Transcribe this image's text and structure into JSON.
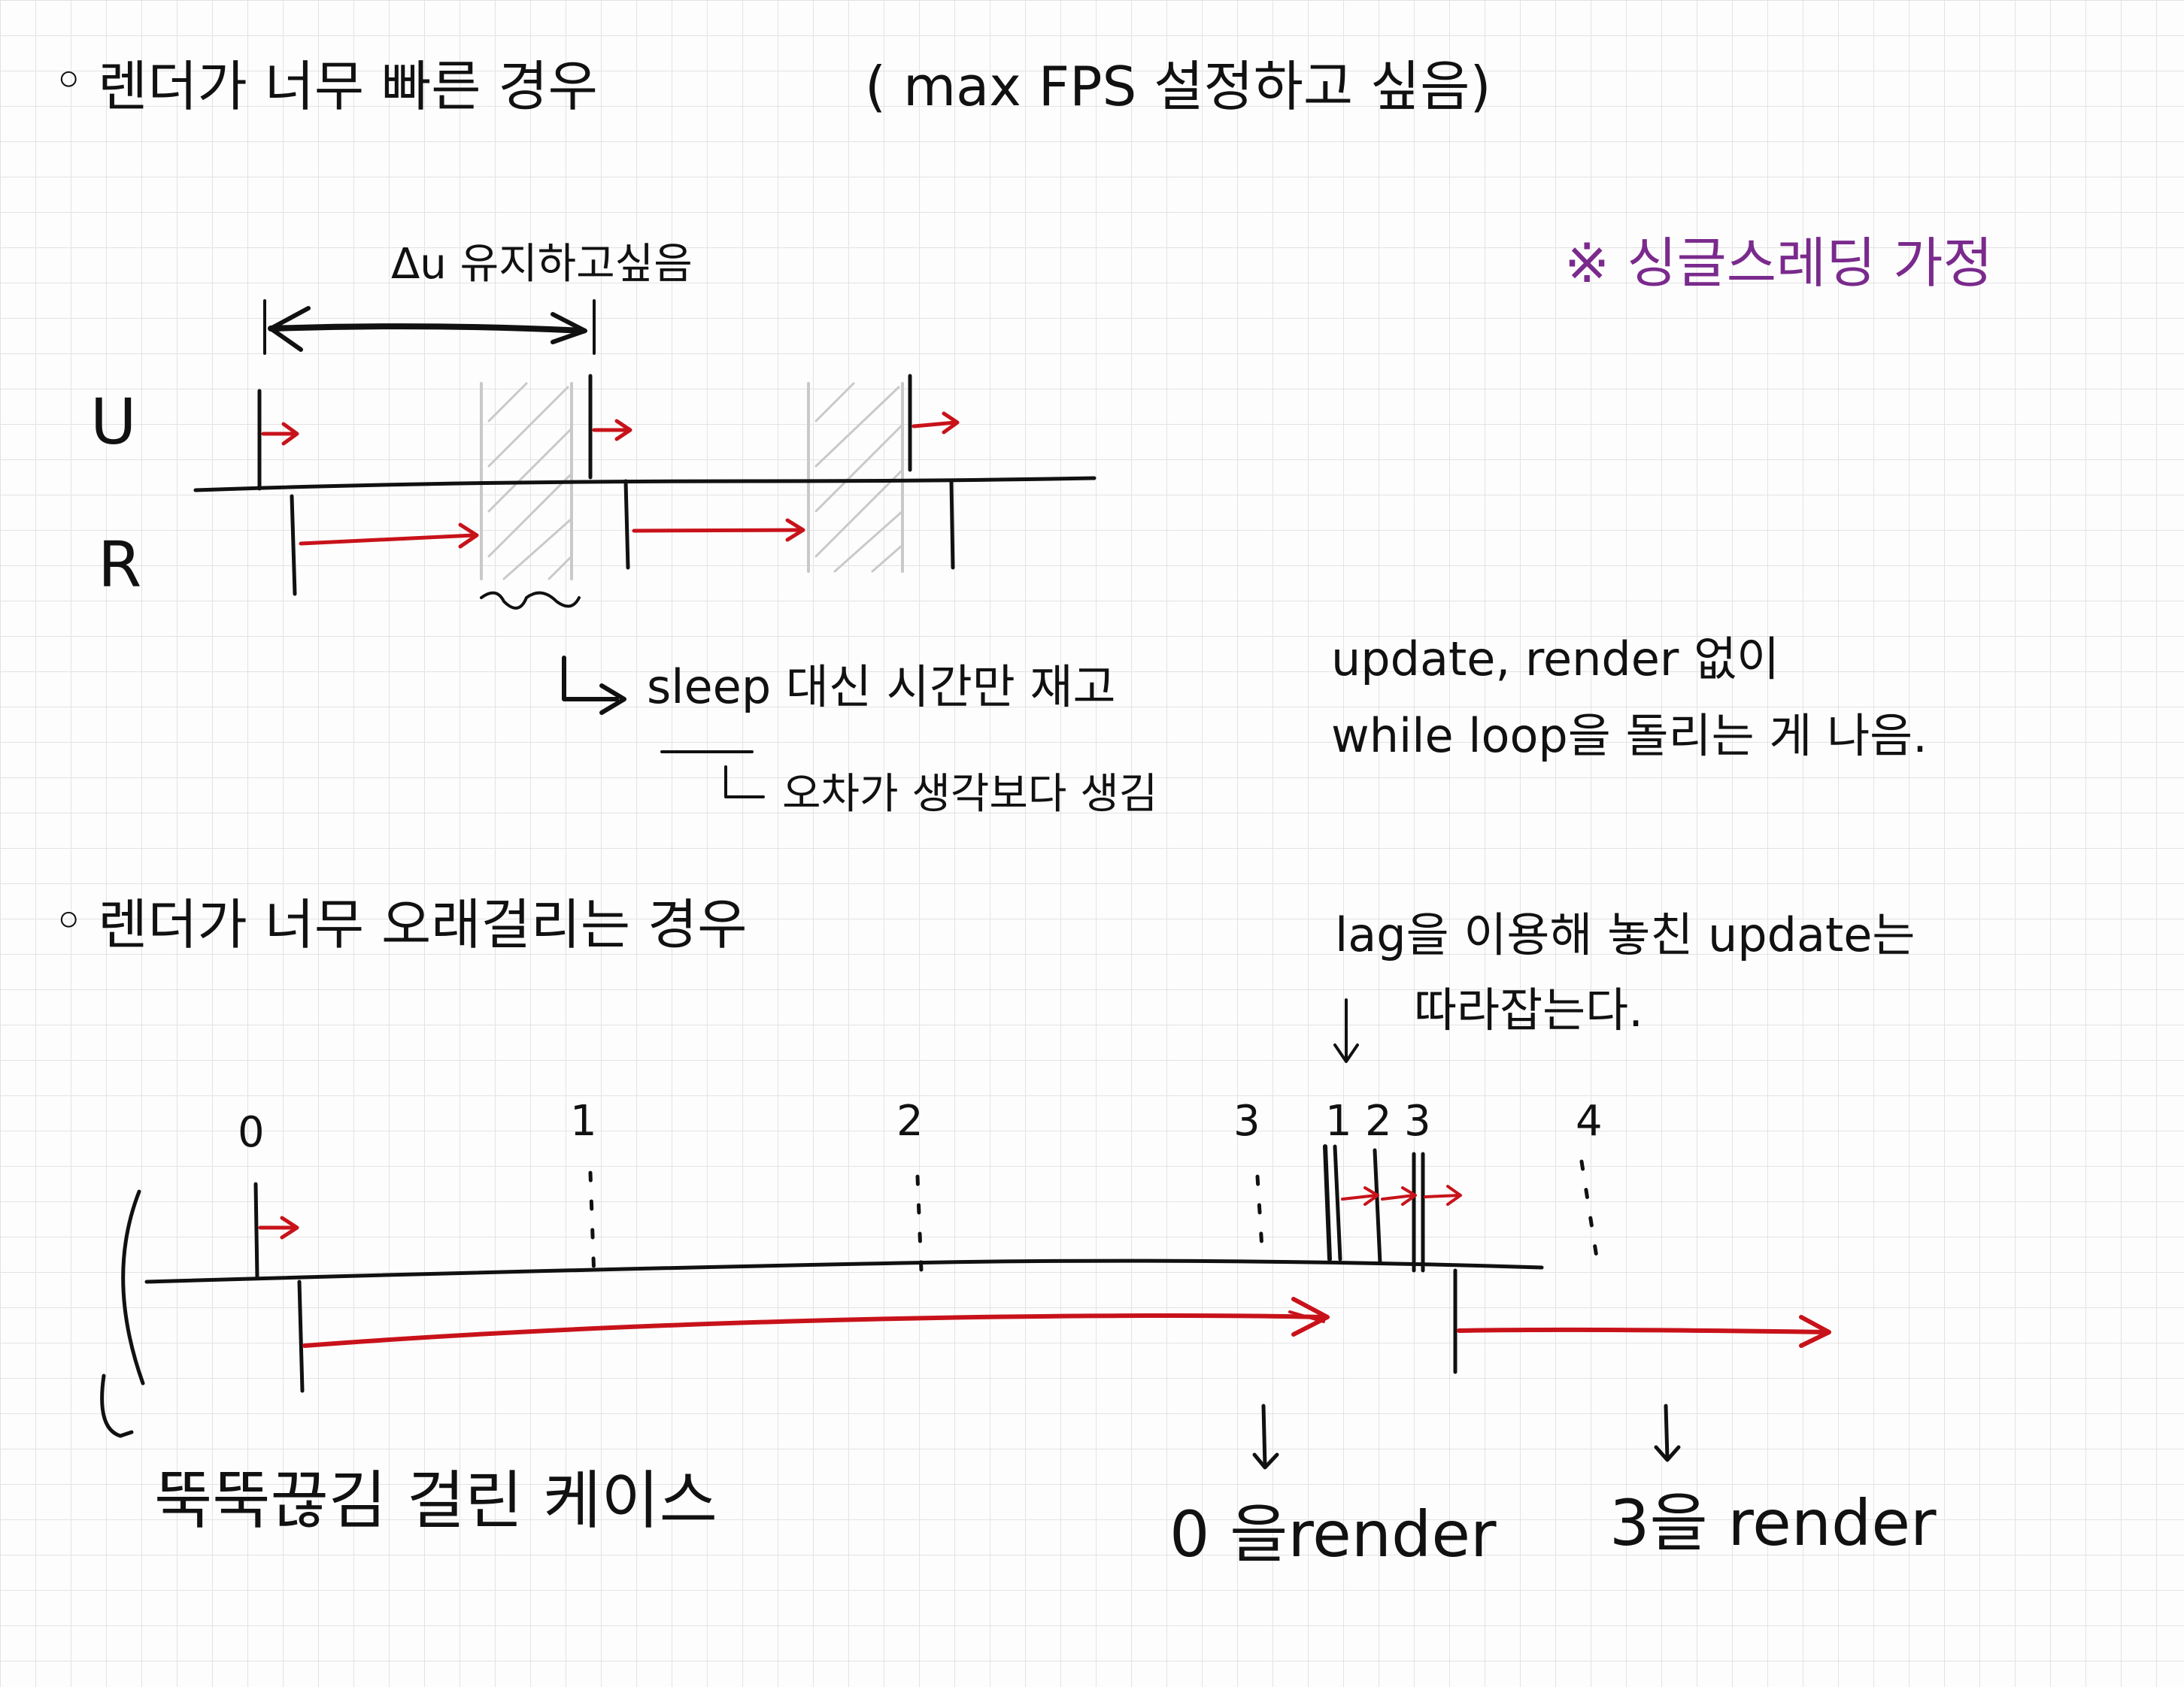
{
  "colors": {
    "ink": "#111111",
    "accent_red": "#c8121a",
    "note_purple": "#7a2a8c",
    "hatch_gray": "#c9c9c9",
    "grid": "#e3e3e3"
  },
  "section1": {
    "bullet": "◦",
    "heading": "렌더가 너무 빠른 경우",
    "aside": "( max FPS 설정하고 싶음)",
    "delta_label": "Δu 유지하고싶음",
    "note_single_thread": "※ 싱글스레딩 가정",
    "row_u": "U",
    "row_r": "R",
    "sleep_note": {
      "prefix": "sleep 대신 시간만 재고",
      "line1_right": "update, render 없이",
      "line2_right": "while loop을 돌리는 게 나음.",
      "sub": "오차가 생각보다 생김"
    }
  },
  "section2": {
    "bullet": "◦",
    "heading": "렌더가 너무 오래걸리는 경우",
    "lag_note_line1": "lag을 이용해 놓친 update는",
    "lag_note_line2": "따라잡는다.",
    "tick_labels": [
      "0",
      "1",
      "2",
      "3",
      "1",
      "2",
      "3",
      "4"
    ],
    "render_note_0": "0 을render",
    "render_note_3": "3을 render",
    "stutter_note": "뚝뚝끊김 걸린 케이스"
  }
}
